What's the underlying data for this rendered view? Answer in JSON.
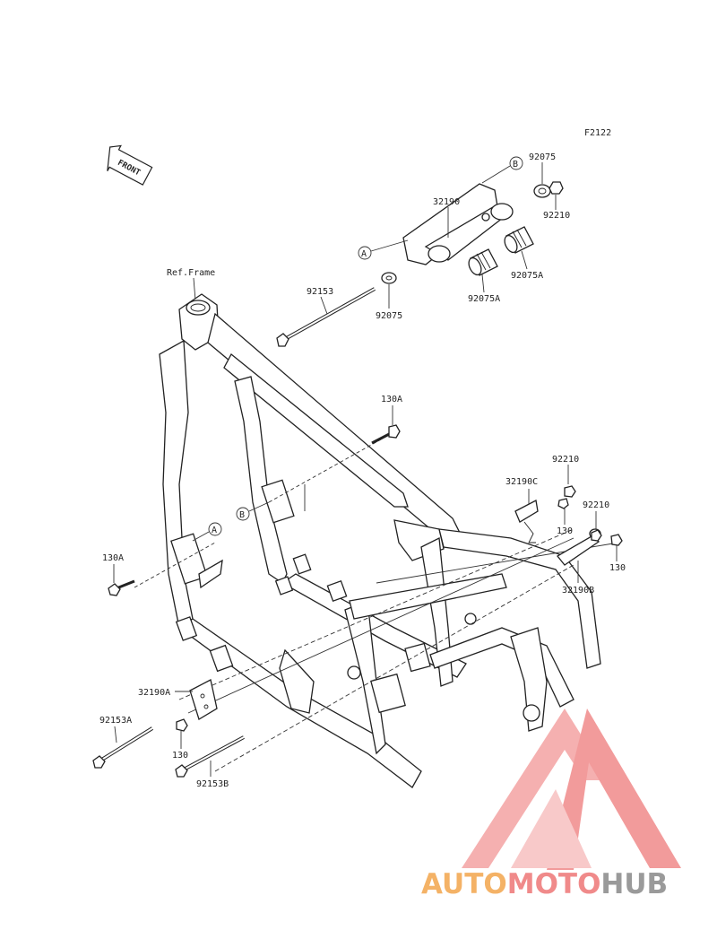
{
  "diagram_code": "F2122",
  "ref_frame": "Ref.Frame",
  "front_label": "FRONT",
  "callouts": {
    "a": "A",
    "b": "B"
  },
  "parts": {
    "p32190": "32190",
    "p92075_top": "92075",
    "p92210_top": "92210",
    "p92075a_r": "92075A",
    "p92075a_l": "92075A",
    "p92075_lower": "92075",
    "p92153": "92153",
    "p130a_top": "130A",
    "p92210_mid": "92210",
    "p32190c": "32190C",
    "p130_c": "130",
    "p92210_r": "92210",
    "p130_r": "130",
    "p32190b": "32190B",
    "p130a_left": "130A",
    "p32190a": "32190A",
    "p92153a": "92153A",
    "p130_low": "130",
    "p92153b": "92153B"
  },
  "watermark": {
    "part1": "AUTO",
    "part2": "MOTO",
    "part3": "HUB"
  },
  "colors": {
    "watermark_orange": "#f4b266",
    "watermark_red": "#f08a8a",
    "watermark_gray": "#9a9a9a"
  }
}
